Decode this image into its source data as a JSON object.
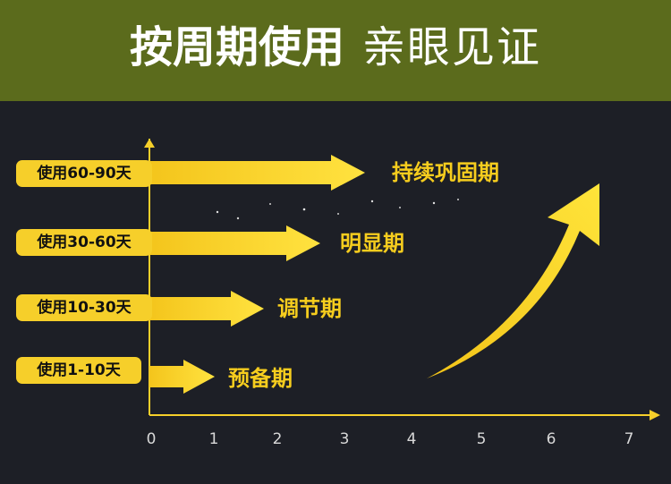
{
  "banner": {
    "title_bold": "按周期使用",
    "title_light": "亲眼见证"
  },
  "stages": [
    {
      "period": "使用60-90天",
      "phase": "持续巩固期"
    },
    {
      "period": "使用30-60天",
      "phase": "明显期"
    },
    {
      "period": "使用10-30天",
      "phase": "调节期"
    },
    {
      "period": "使用1-10天",
      "phase": "预备期"
    }
  ],
  "x_ticks": [
    "0",
    "1",
    "2",
    "3",
    "4",
    "5",
    "6",
    "7"
  ],
  "colors": {
    "banner_bg": "#5b6b1c",
    "background": "#1d1f26",
    "accent_yellow": "#f6cf2a"
  }
}
